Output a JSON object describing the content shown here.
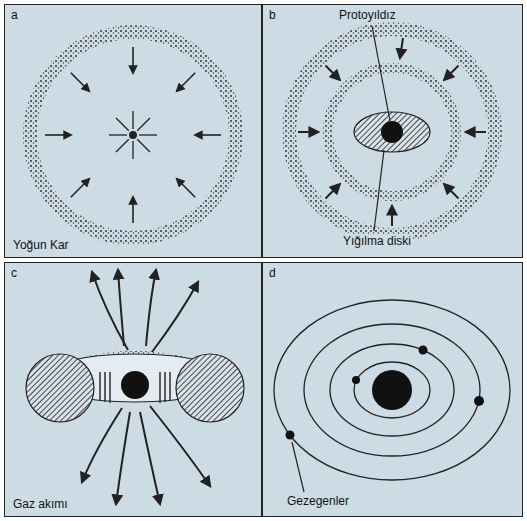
{
  "diagram": {
    "nodes": [
      {
        "text": [
          "a",
          "Yoğun Kar"
        ]
      },
      {
        "text": [
          "b",
          "Protoyıldız",
          "Yığılma diski"
        ]
      },
      {
        "text": [
          "c",
          "Gaz akımı"
        ]
      },
      {
        "text": [
          "d",
          "Gezegenler"
        ]
      }
    ]
  }
}
